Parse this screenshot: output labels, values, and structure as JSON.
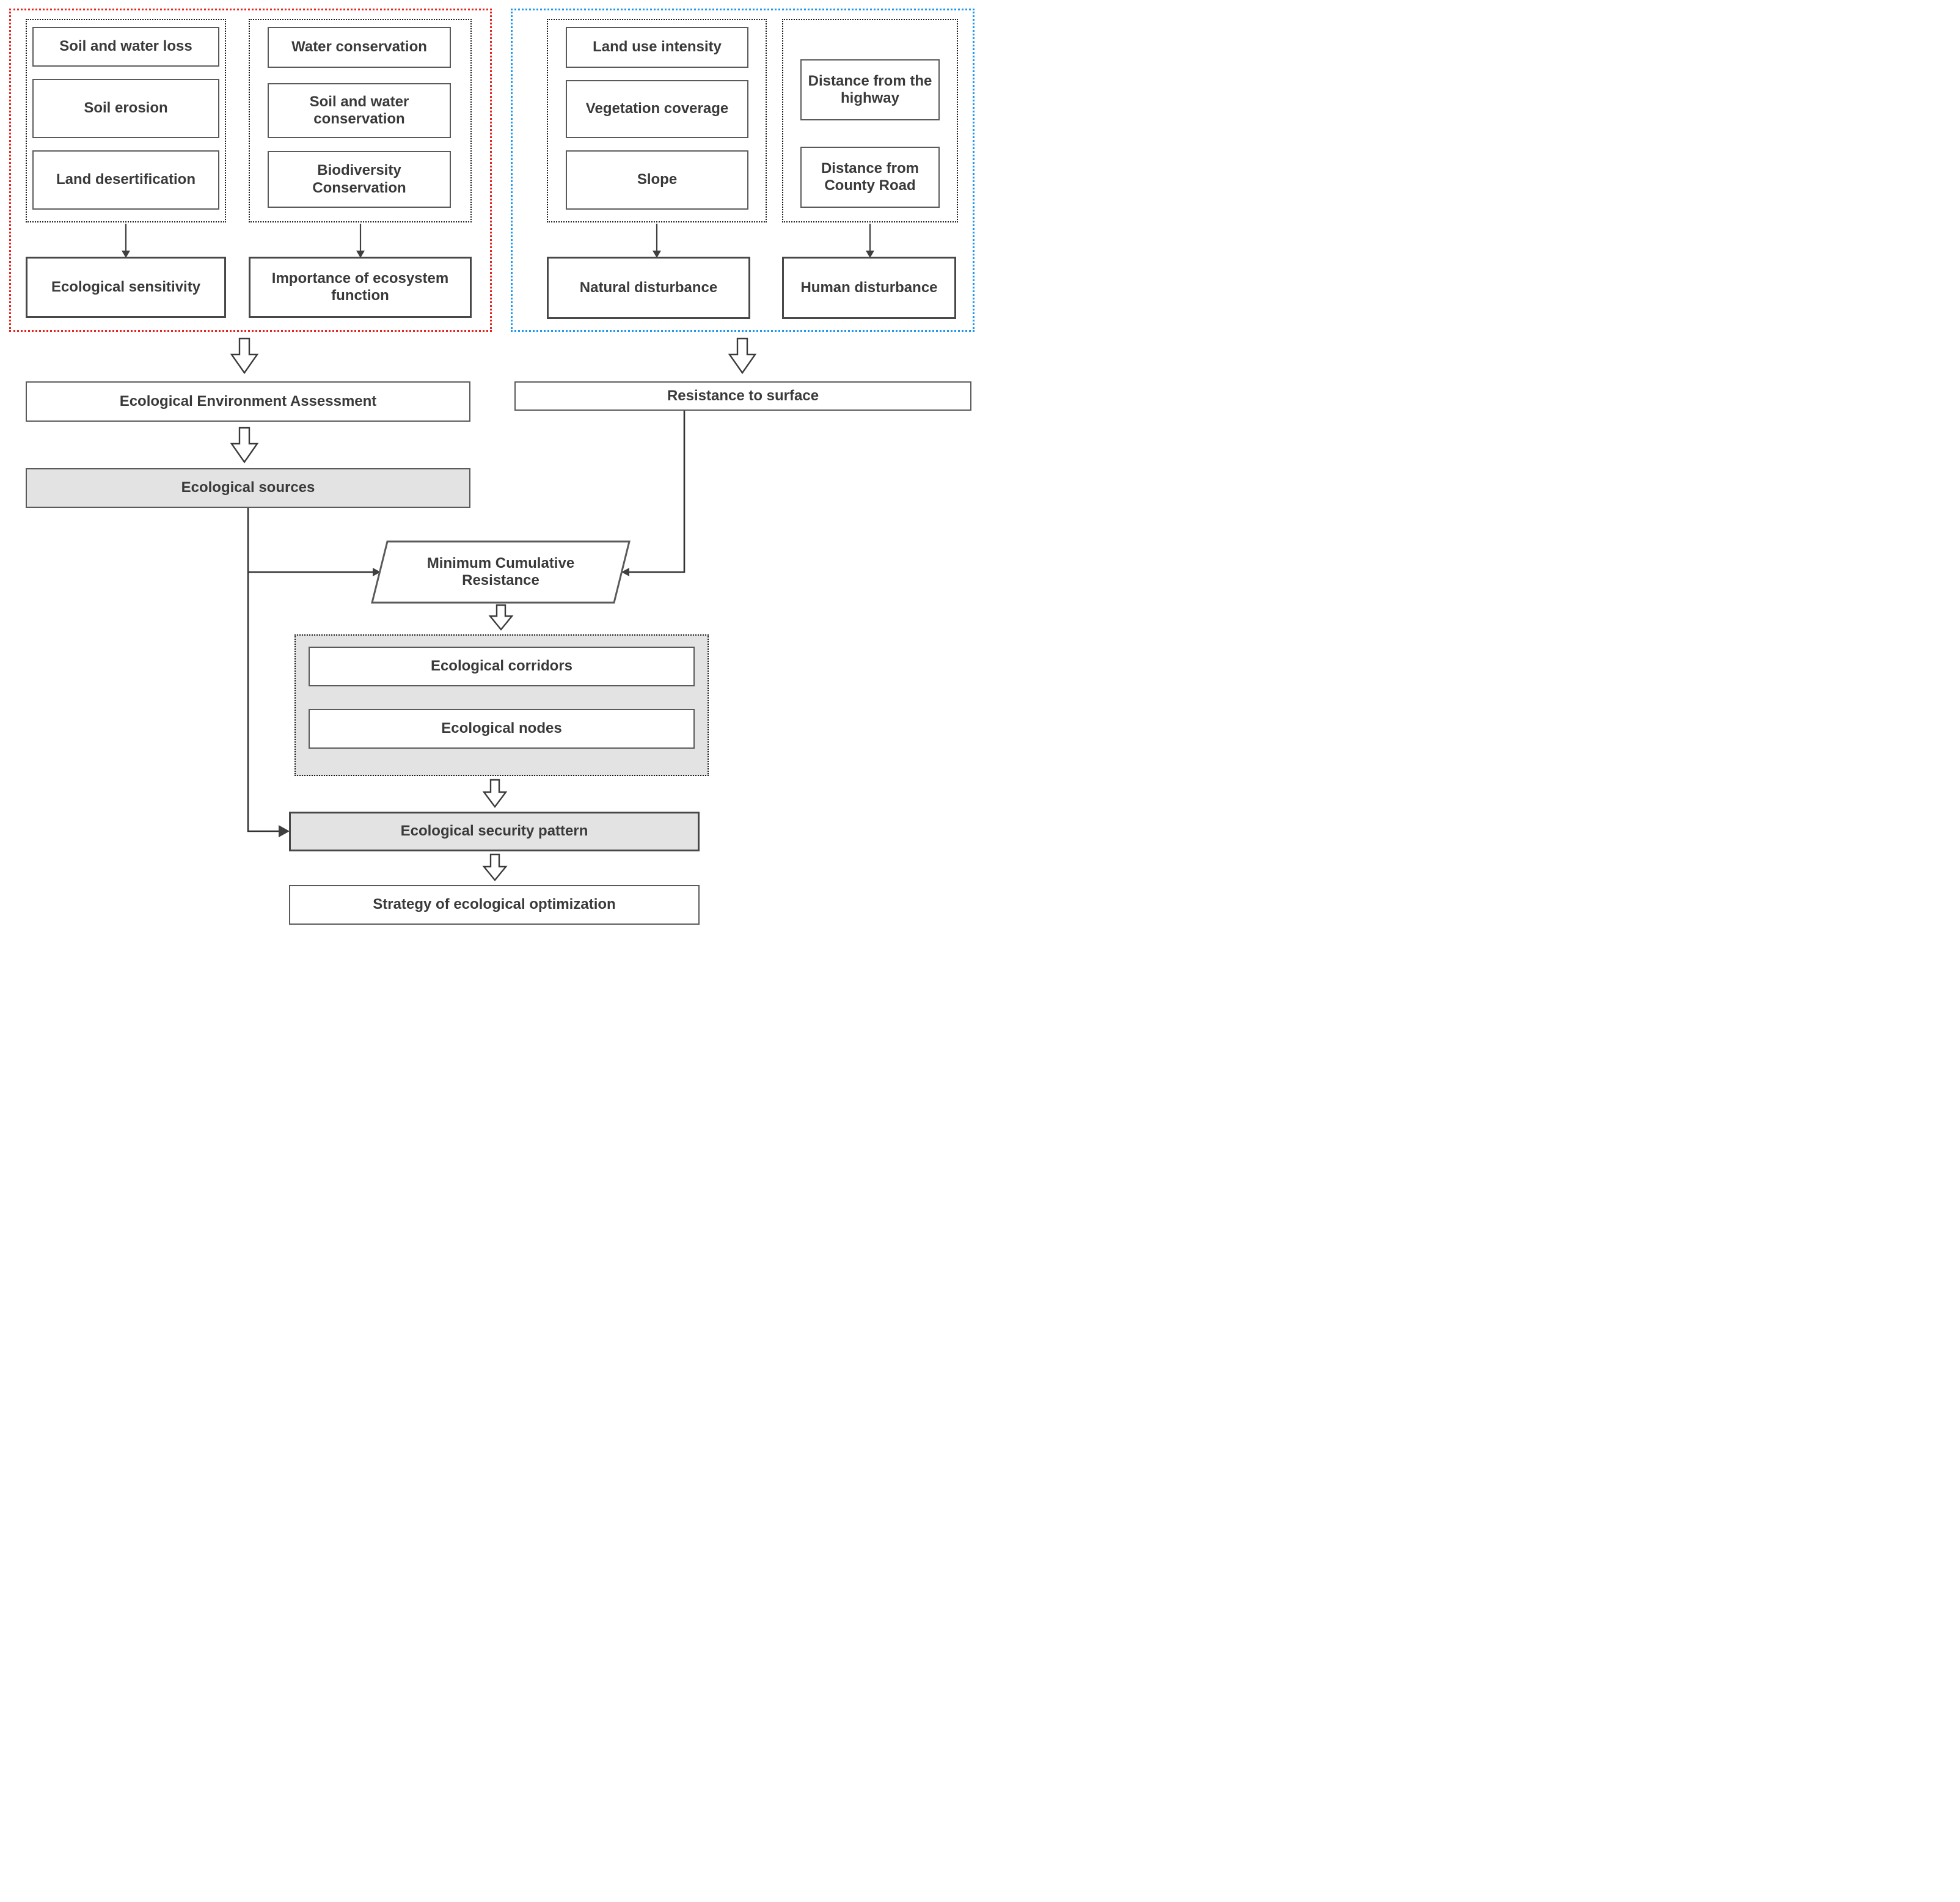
{
  "assessment_frame": {
    "frame_color": "#e8241f",
    "sensitivity_group": {
      "items": [
        "Soil and water loss",
        "Soil erosion",
        "Land desertification"
      ],
      "result": "Ecological sensitivity"
    },
    "function_group": {
      "items": [
        "Water conservation",
        "Soil and water conservation",
        "Biodiversity Conservation"
      ],
      "result": "Importance of ecosystem function"
    }
  },
  "resistance_frame": {
    "frame_color": "#1f98f0",
    "natural_group": {
      "items": [
        "Land use intensity",
        "Vegetation coverage",
        "Slope"
      ],
      "result": "Natural disturbance"
    },
    "human_group": {
      "items": [
        "Distance from the highway",
        "Distance from County Road"
      ],
      "result": "Human disturbance"
    }
  },
  "flow": {
    "ecological_environment_assessment": "Ecological Environment Assessment",
    "ecological_sources": "Ecological sources",
    "resistance_to_surface": "Resistance to surface",
    "minimum_cumulative_resistance": "Minimum Cumulative Resistance",
    "corridor_group": {
      "ecological_corridors": "Ecological corridors",
      "ecological_nodes": "Ecological nodes"
    },
    "ecological_security_pattern": "Ecological security pattern",
    "strategy_of_ecological_optimization": "Strategy of ecological optimization"
  },
  "colors": {
    "red_frame": "#e8241f",
    "blue_frame": "#1f98f0",
    "box_border": "#5a5a5a",
    "strong_border": "#484848",
    "gray_fill": "#e3e3e3",
    "text_color": "#3a3a3a"
  }
}
